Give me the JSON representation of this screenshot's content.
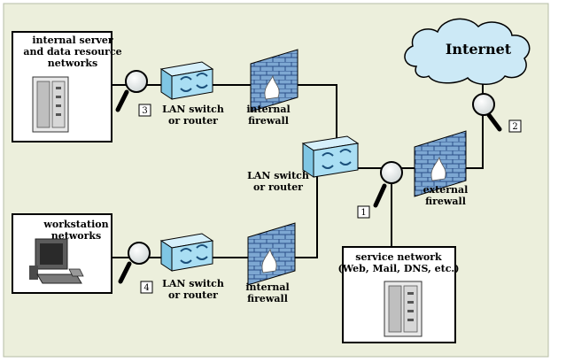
{
  "internet": {
    "label": "Internet"
  },
  "boxes": {
    "server_networks": {
      "line1": "internal server",
      "line2": "and data resource",
      "line3": "networks"
    },
    "workstation_networks": {
      "line1": "workstation",
      "line2": "networks"
    },
    "service_network": {
      "line1": "service network",
      "line2": "(Web, Mail, DNS, etc.)"
    }
  },
  "devices": {
    "switch_top": {
      "line1": "LAN switch",
      "line2": "or router"
    },
    "switch_middle": {
      "line1": "LAN switch",
      "line2": "or router"
    },
    "switch_bottom": {
      "line1": "LAN switch",
      "line2": "or router"
    },
    "firewall_top": {
      "line1": "internal",
      "line2": "firewall"
    },
    "firewall_bottom": {
      "line1": "internal",
      "line2": "firewall"
    },
    "firewall_external": {
      "line1": "external",
      "line2": "firewall"
    }
  },
  "sensors": [
    "1",
    "2",
    "3",
    "4"
  ],
  "colors": {
    "background": "#ecefdc",
    "box_fill": "#ffffff",
    "cloud_fill": "#cce9f6",
    "switch_fill": "#a9def3",
    "firewall_fill": "#7da7d2",
    "firewall_mortar": "#2c4f88",
    "line": "#000000"
  }
}
